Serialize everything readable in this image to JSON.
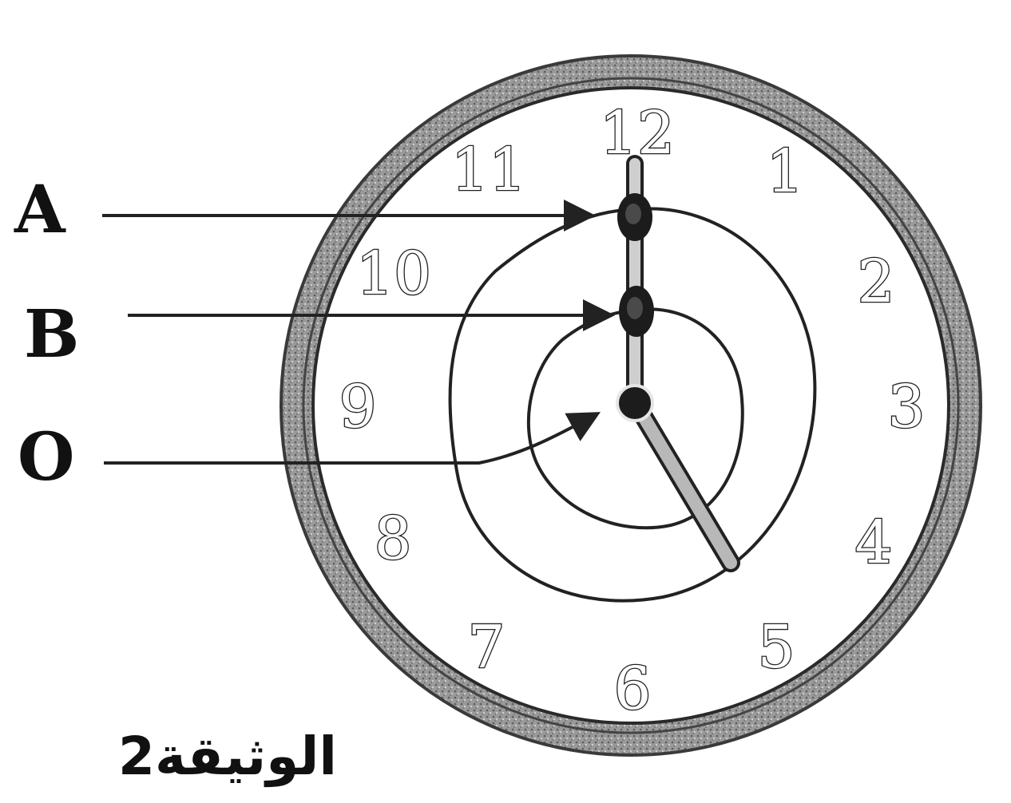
{
  "labels": {
    "a": "A",
    "b": "B",
    "o": "O"
  },
  "caption": "الوثيقة2",
  "clock": {
    "numerals": [
      "12",
      "1",
      "2",
      "3",
      "4",
      "5",
      "6",
      "7",
      "8",
      "9",
      "10",
      "11"
    ]
  },
  "colors": {
    "rim": "#8e8e8e",
    "ink": "#222222",
    "hand": "#b8b8b8"
  }
}
